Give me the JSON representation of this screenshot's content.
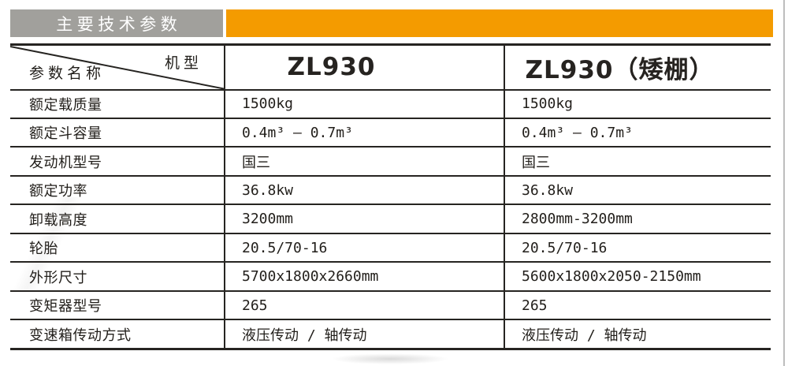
{
  "header": {
    "title": "主要技术参数"
  },
  "colors": {
    "title_bar_gray": "#a1a09c",
    "accent_orange": "#f49b00",
    "table_line": "#262421"
  },
  "table": {
    "corner": {
      "model": "机型",
      "parameter": "参数名称"
    },
    "columns": [
      "ZL930",
      "ZL930（矮棚）"
    ],
    "rows": [
      {
        "label": "额定载质量",
        "values": [
          "1500kg",
          "1500kg"
        ]
      },
      {
        "label": "额定斗容量",
        "values": [
          "0.4m³ – 0.7m³",
          "0.4m³ – 0.7m³"
        ]
      },
      {
        "label": "发动机型号",
        "values": [
          "国三",
          "国三"
        ]
      },
      {
        "label": "额定功率",
        "values": [
          "36.8kw",
          "36.8kw"
        ]
      },
      {
        "label": "卸载高度",
        "values": [
          "3200mm",
          "2800mm-3200mm"
        ]
      },
      {
        "label": "轮胎",
        "values": [
          "20.5/70-16",
          "20.5/70-16"
        ]
      },
      {
        "label": "外形尺寸",
        "values": [
          "5700x1800x2660mm",
          "5600x1800x2050-2150mm"
        ]
      },
      {
        "label": "变矩器型号",
        "values": [
          "265",
          "265"
        ]
      },
      {
        "label": "变速箱传动方式",
        "values": [
          "液压传动 / 轴传动",
          "液压传动 / 轴传动"
        ]
      }
    ]
  }
}
